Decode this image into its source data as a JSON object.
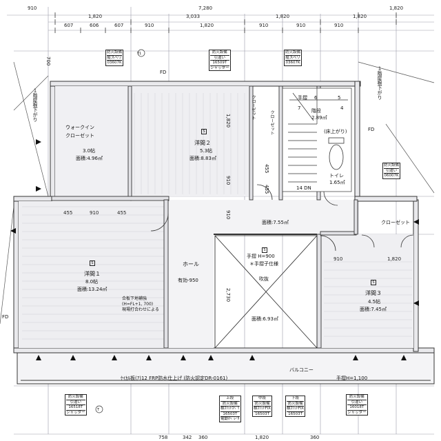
{
  "dims": {
    "top_row1": [
      "910",
      "7,280",
      "1,820"
    ],
    "top_row2": [
      "1,820",
      "3,033",
      "1,820",
      "1,820"
    ],
    "top_row3": [
      "607",
      "606",
      "607",
      "910",
      "1,820",
      "910",
      "910",
      "910"
    ],
    "left_700": "700",
    "bottom": [
      "758",
      "342",
      "360",
      "1,820",
      "360"
    ],
    "vertical": [
      "1,820",
      "910",
      "455",
      "455",
      "910",
      "2,730"
    ],
    "closet_row": [
      "455",
      "910",
      "455"
    ],
    "r3_dims": [
      "910",
      "1,820"
    ]
  },
  "rooms": {
    "walkin": {
      "name": "ウォークイン",
      "sub": "クローゼット",
      "mat": "3.0帖",
      "area": "面積:4.96㎡"
    },
    "room2": {
      "name": "洋間２",
      "mat": "5.3帖",
      "area": "面積:8.83㎡"
    },
    "room1": {
      "name": "洋間１",
      "mat": "8.0帖",
      "area": "面積:13.24㎡"
    },
    "room3": {
      "name": "洋間３",
      "mat": "4.5帖",
      "area": "面積:7.45㎡"
    },
    "hall": {
      "name": "ホール",
      "width": "有効-950",
      "area": "面積:7.55㎡"
    },
    "stairs": {
      "name": "階段",
      "area": "2.89㎡",
      "label": "手摺",
      "steps": [
        "6",
        "5",
        "7",
        "4"
      ],
      "dn": "14 DN"
    },
    "toilet": {
      "name": "トイレ",
      "area": "1.65㎡",
      "floor": "(床上がり)"
    },
    "void": {
      "name": "吹抜",
      "rail": "手摺 H=900",
      "rail_spec": "＊手摺子仕様",
      "area": "面積:6.93㎡"
    },
    "closet_side": "クローゼット",
    "closet_r3": "クローゼット",
    "balcony": {
      "name": "バルコニー",
      "rail": "手摺H=1,100"
    }
  },
  "notes": {
    "floor_note_1": "合板下地補強",
    "floor_note_2": "(H=FL+1, 700)",
    "floor_note_3": "現場打合わせによる",
    "balcony_note": "ｹｲｶﾙ板(ｱ)12 FRP防水仕上げ (防火認定DR-0161)",
    "roof_down_1": "１階屋根下がり",
    "roof_down_2": "１階屋根下がり",
    "fd": "FD"
  },
  "tags": [
    {
      "l1": "防火設備",
      "l2": "縦スベリ",
      "l3": "03607K"
    },
    {
      "l1": "防火設備",
      "l2": "引違い",
      "l3": "16509T",
      "l4": "シャッター"
    },
    {
      "l1": "防火設備",
      "l2": "縦スベリ",
      "l3": "03607K"
    },
    {
      "l1": "防火設備",
      "l2": "引違い",
      "l3": "06007K"
    },
    {
      "l1": "防火設備",
      "l2": "引違い",
      "l3": "16518T",
      "l4": "シャッター"
    },
    {
      "l0": "上段",
      "l1": "防火設備",
      "l2": "横ｽﾘｯﾄｽﾍﾞﾘ",
      "l3": "16503T",
      "l4": "電動ｵﾍﾟﾚｰﾀ"
    },
    {
      "l0": "中段",
      "l1": "防火設備",
      "l2": "横ｽﾘｯﾄFIX",
      "l3": "16503T"
    },
    {
      "l0": "下段",
      "l1": "防火設備",
      "l2": "横ｽﾘｯﾄFIX",
      "l3": "16503T"
    },
    {
      "l1": "防火設備",
      "l2": "引違い",
      "l3": "16018T",
      "l4": "シャッター"
    }
  ],
  "markers": {
    "s": "S",
    "y1": "Y1",
    "t": "T"
  }
}
